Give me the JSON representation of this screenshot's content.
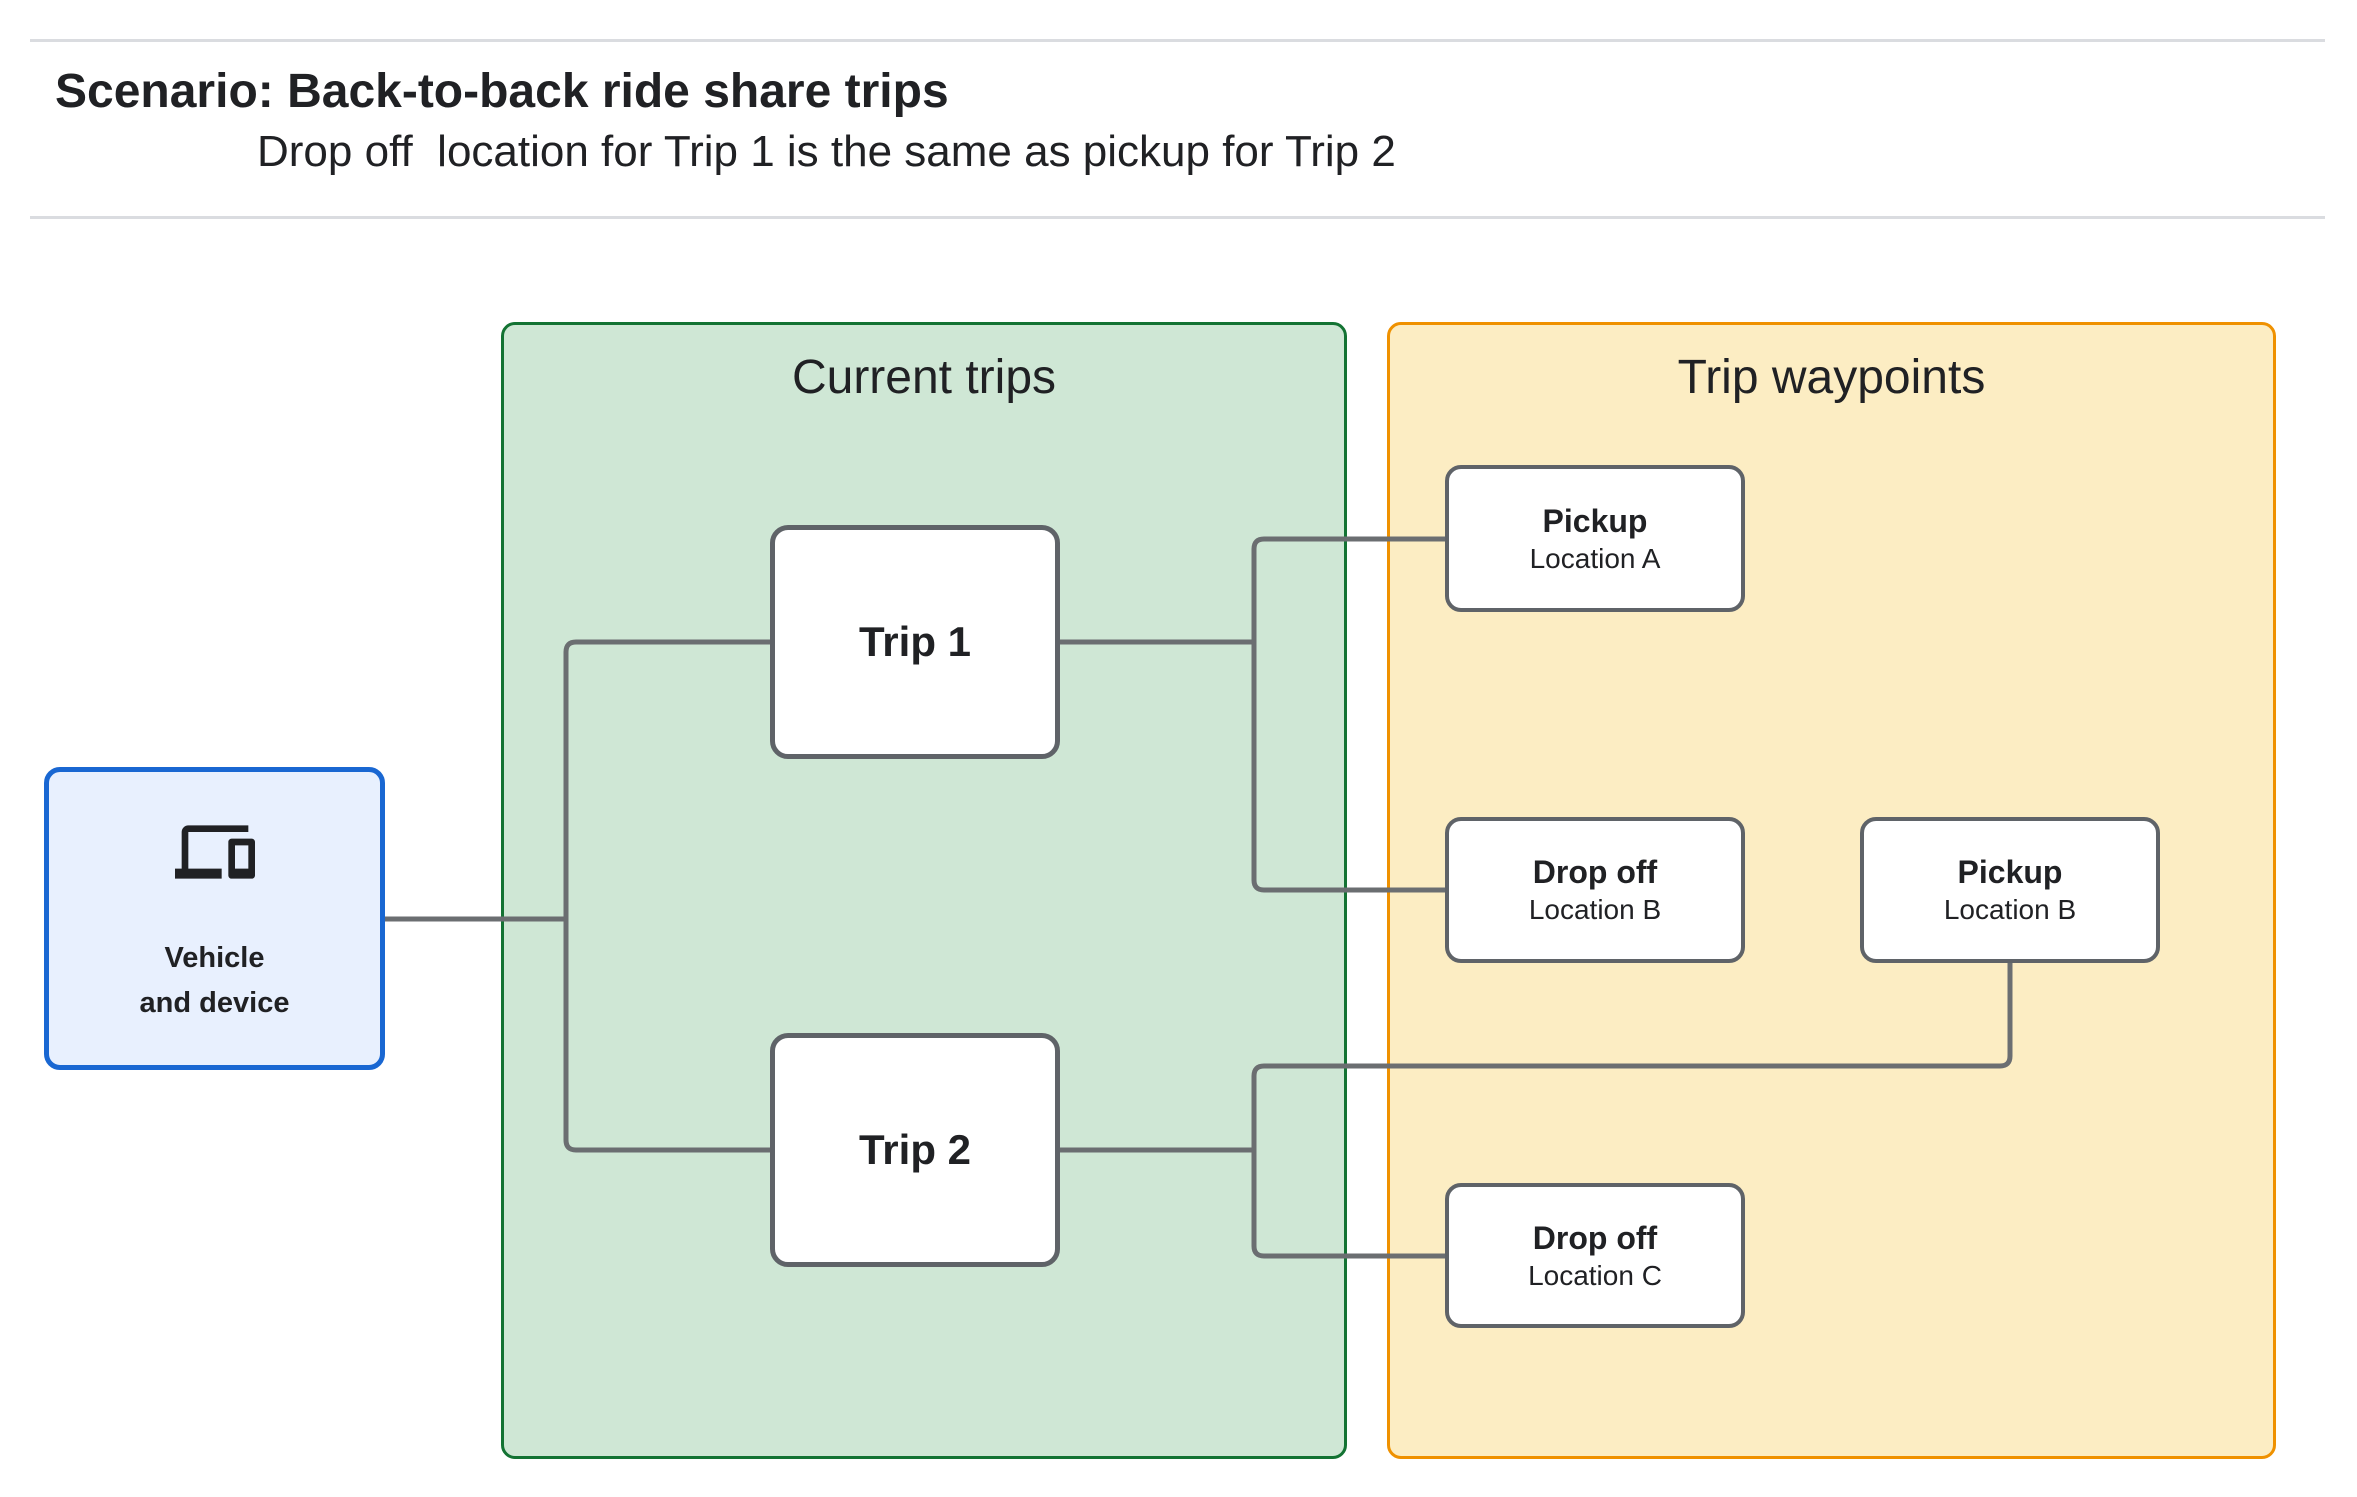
{
  "header": {
    "title": "Scenario: Back-to-back ride share trips",
    "subtitle": "Drop off  location for Trip 1 is the same as pickup for Trip 2"
  },
  "diagram": {
    "vehicle_node": {
      "icon": "devices-icon",
      "label_line1": "Vehicle",
      "label_line2": "and device",
      "fill": "#e8f0fe",
      "border_color": "#1967d2"
    },
    "current_trips": {
      "title": "Current trips",
      "fill": "#cfe7d5",
      "border_color": "#137333",
      "trips": [
        {
          "label": "Trip 1"
        },
        {
          "label": "Trip 2"
        }
      ]
    },
    "trip_waypoints": {
      "title": "Trip waypoints",
      "fill": "#fcedc3",
      "border_color": "#ef9100",
      "waypoints": [
        {
          "title": "Pickup",
          "subtitle": "Location A"
        },
        {
          "title": "Drop off",
          "subtitle": "Location B"
        },
        {
          "title": "Pickup",
          "subtitle": "Location B"
        },
        {
          "title": "Drop off",
          "subtitle": "Location C"
        }
      ]
    },
    "connector_color": "#6b6e71",
    "node_border_color": "#5f6368",
    "text_color": "#202124"
  }
}
